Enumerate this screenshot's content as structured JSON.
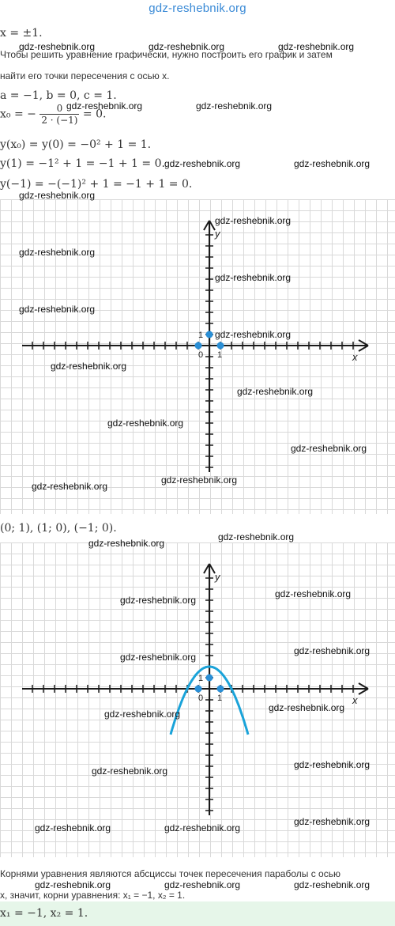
{
  "header": {
    "site": "gdz-reshebnik.org"
  },
  "watermark": "gdz-reshebnik.org",
  "top_fragment": "x = ±1.",
  "intro_line1": "Чтобы решить уравнение графически, нужно построить его график и затем",
  "intro_line2": "найти его точки пересечения с осью x.",
  "coeffs": "a = −1,  b = 0,  c = 1.",
  "vertex": {
    "lhs": "x₀ = −",
    "num": "0",
    "den": "2 · (−1)",
    "rhs": "= 0."
  },
  "y_vertex": "y(x₀) = y(0) = −0² + 1 = 1.",
  "y_one": "y(1) = −1² + 1 = −1 + 1 = 0.",
  "y_minus_one": "y(−1) = −(−1)² + 1 = −1 + 1 = 0.",
  "graph1": {
    "x_label": "x",
    "y_label": "y",
    "origin_label": "0",
    "unit_x_label": "1",
    "unit_y_label": "1",
    "points": [
      {
        "x": 0,
        "y": 1
      },
      {
        "x": 1,
        "y": 0
      },
      {
        "x": -1,
        "y": 0
      }
    ]
  },
  "points_text": "(0; 1),  (1; 0),  (−1; 0).",
  "graph2": {
    "x_label": "x",
    "y_label": "y",
    "origin_label": "0",
    "unit_x_label": "1",
    "unit_y_label": "1",
    "function": "y = -x^2 + 1",
    "domain": [
      -1.75,
      1.75
    ],
    "points": [
      {
        "x": 0,
        "y": 1
      },
      {
        "x": 1,
        "y": 0
      },
      {
        "x": -1,
        "y": 0
      }
    ]
  },
  "conclusion_line1": "Корнями уравнения являются абсциссы точек пересечения параболы с осью",
  "conclusion_line2": "x, значит, корни уравнения: x₁ = −1, x₂ = 1.",
  "answer": "x₁ = −1, x₂ = 1.",
  "colors": {
    "curve": "#1aa3d9",
    "point": "#2a8fd6",
    "header": "#3a8ad6",
    "answer_bg": "#e6f6e9"
  }
}
